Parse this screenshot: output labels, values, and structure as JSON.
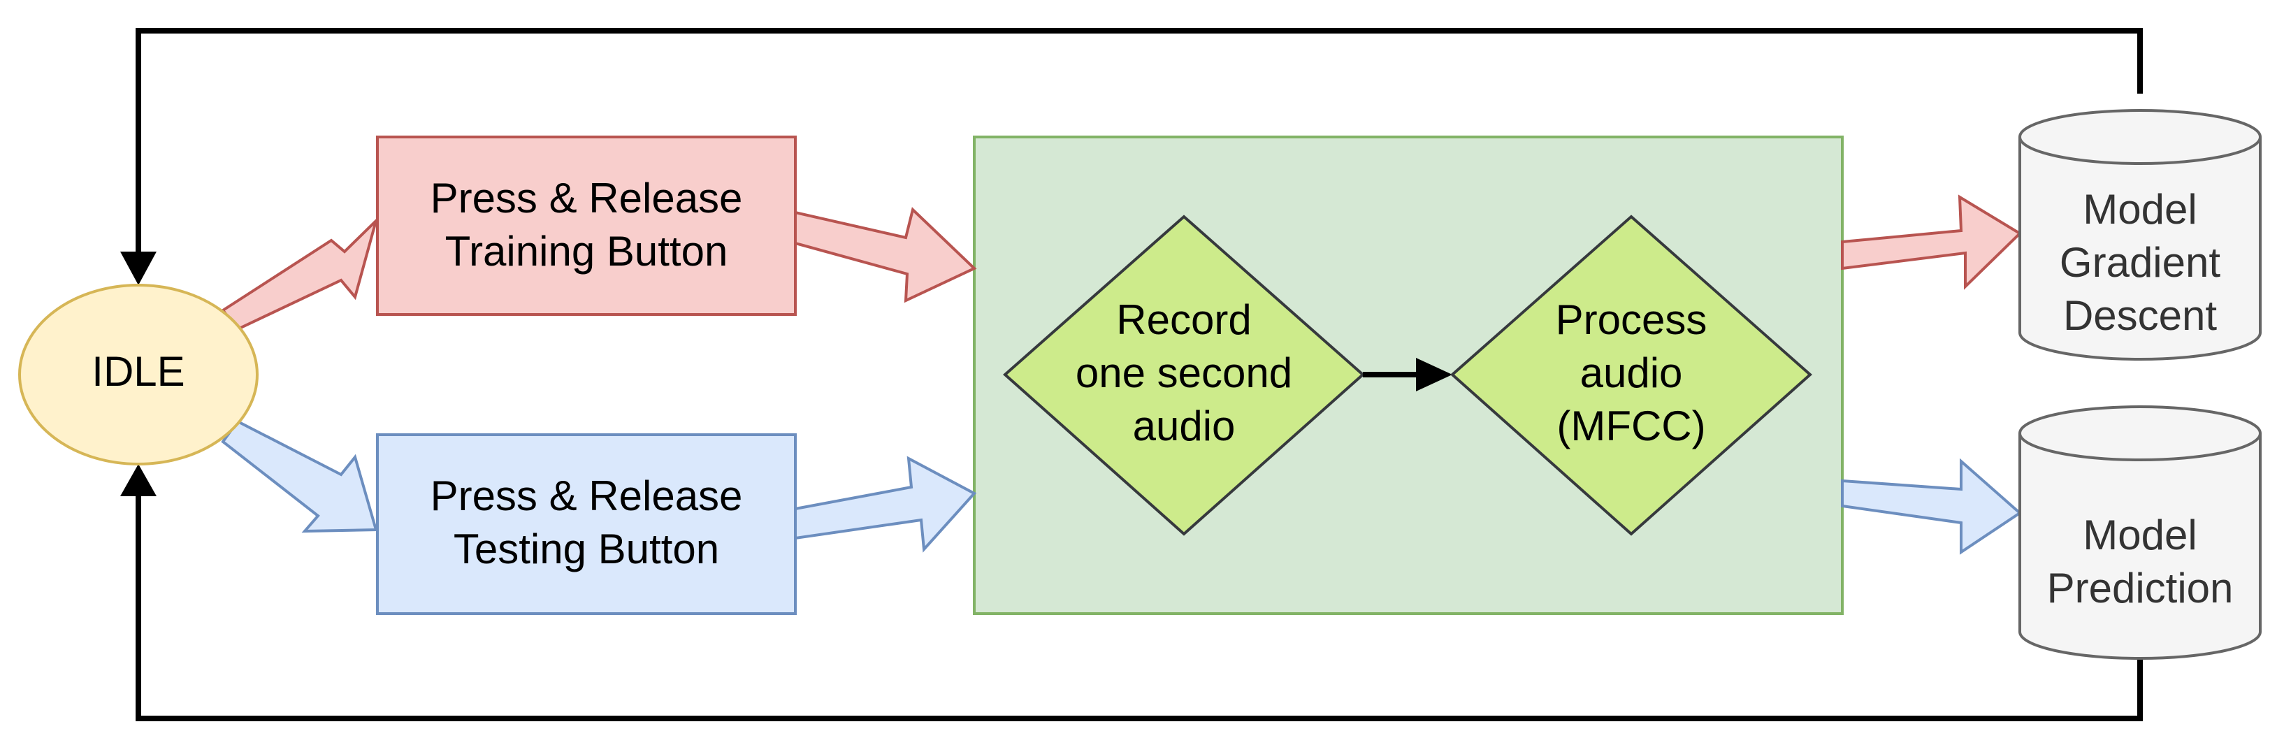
{
  "colors": {
    "idle_fill": "#fff2cc",
    "idle_stroke": "#d6b656",
    "train_fill": "#f8cecc",
    "train_stroke": "#b85450",
    "test_fill": "#dae8fc",
    "test_stroke": "#6c8ebf",
    "process_fill": "#d5e8d4",
    "process_stroke": "#82b366",
    "diamond_fill": "#cdeb8b",
    "diamond_stroke": "#36393d",
    "db_fill": "#f5f5f5",
    "db_stroke": "#666666",
    "connector": "#000000"
  },
  "nodes": {
    "idle": {
      "label": "IDLE"
    },
    "training_button": {
      "line1": "Press & Release",
      "line2": "Training Button"
    },
    "testing_button": {
      "line1": "Press & Release",
      "line2": "Testing Button"
    },
    "record": {
      "line1": "Record",
      "line2": "one second",
      "line3": "audio"
    },
    "process": {
      "line1": "Process",
      "line2": "audio",
      "line3": "(MFCC)"
    },
    "gradient_db": {
      "line1": "Model",
      "line2": "Gradient",
      "line3": "Descent"
    },
    "prediction_db": {
      "line1": "Model",
      "line2": "Prediction"
    }
  },
  "edges": [
    {
      "from": "idle",
      "to": "training_button",
      "style": "block-arrow-red"
    },
    {
      "from": "idle",
      "to": "testing_button",
      "style": "block-arrow-blue"
    },
    {
      "from": "training_button",
      "to": "processing_container",
      "style": "block-arrow-red"
    },
    {
      "from": "testing_button",
      "to": "processing_container",
      "style": "block-arrow-blue"
    },
    {
      "from": "record",
      "to": "process",
      "style": "line-arrow"
    },
    {
      "from": "processing_container",
      "to": "gradient_db",
      "style": "block-arrow-red"
    },
    {
      "from": "processing_container",
      "to": "prediction_db",
      "style": "block-arrow-blue"
    },
    {
      "from": "gradient_db",
      "to": "idle",
      "style": "line-arrow"
    },
    {
      "from": "prediction_db",
      "to": "idle",
      "style": "line-arrow"
    }
  ]
}
